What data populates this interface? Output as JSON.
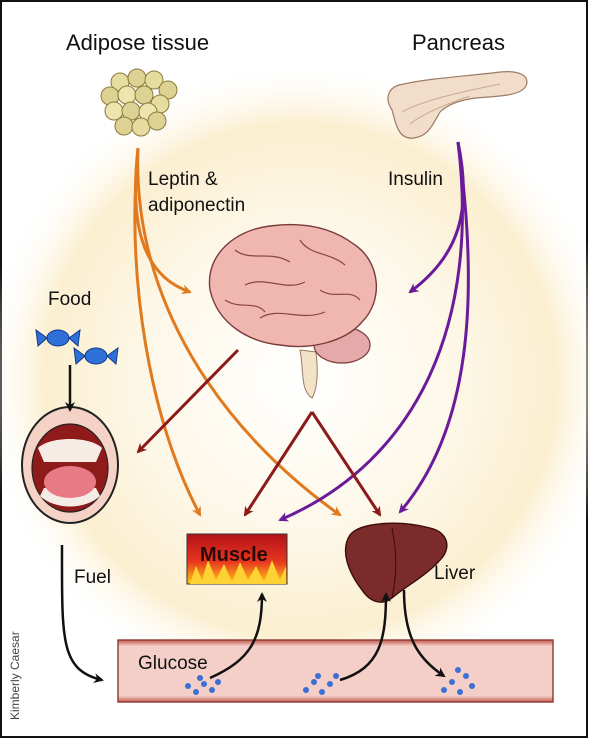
{
  "labels": {
    "adipose_tissue": "Adipose tissue",
    "pancreas": "Pancreas",
    "leptin_line1": "Leptin &",
    "leptin_line2": "adiponectin",
    "insulin": "Insulin",
    "food": "Food",
    "fuel": "Fuel",
    "muscle": "Muscle",
    "liver": "Liver",
    "glucose": "Glucose",
    "credit": "Kimberly Caesar"
  },
  "colors": {
    "leptin_arrow": "#e07a1f",
    "insulin_arrow": "#6a1b9a",
    "brain_arrow": "#8b1a1a",
    "black_arrow": "#111111",
    "glow": "#fbefc8",
    "vessel": "#f2c9c3",
    "vessel_border": "#b8483f",
    "glucose_dots": "#3b6fd4"
  },
  "icons": [
    "fat-cells-icon",
    "pancreas-icon",
    "brain-icon",
    "candy-icon",
    "mouth-icon",
    "muscle-icon",
    "liver-icon",
    "blood-vessel-icon"
  ]
}
